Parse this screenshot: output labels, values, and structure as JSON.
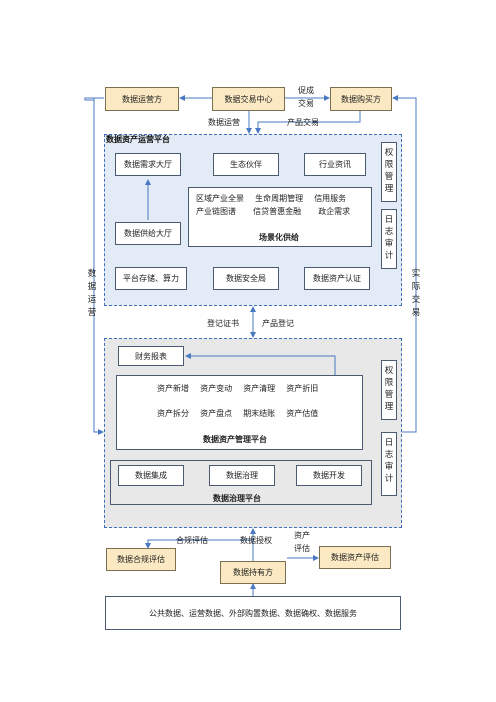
{
  "top": {
    "operator": "数据运营方",
    "center": "数据交易中心",
    "buyer": "数据购买方",
    "promote_1": "促成",
    "promote_2": "交易",
    "ops_label": "数据运营",
    "product_trade_label": "产品交易"
  },
  "ops_platform": {
    "title": "数据资产运营平台",
    "demand_hall": "数据需求大厅",
    "ecosystem": "生态伙伴",
    "industry_info": "行业资讯",
    "supply_hall": "数据供给大厅",
    "scenario_row1": [
      "区域产业全景",
      "生命周期管理",
      "信用服务"
    ],
    "scenario_row2": [
      "产业链图谱",
      "信贷普惠金融",
      "政企需求"
    ],
    "scenario_title": "场景化供给",
    "storage": "平台存储、算力",
    "security": "数据安全局",
    "certification": "数据资产认证",
    "permission_mgmt": "权限管理",
    "log_audit": "日志审计"
  },
  "middle": {
    "register_cert": "登记证书",
    "product_register": "产品登记"
  },
  "side": {
    "left_vertical": "数据运营",
    "right_vertical": "实际交易"
  },
  "asset_platform": {
    "financial_report": "财务报表",
    "row1": [
      "资产新增",
      "资产变动",
      "资产清理",
      "资产折旧"
    ],
    "row2": [
      "资产拆分",
      "资产盘点",
      "期末结账",
      "资产估值"
    ],
    "title": "数据资产管理平台",
    "permission_mgmt": "权限管理",
    "log_audit": "日志审计"
  },
  "governance": {
    "integration": "数据集成",
    "governance": "数据治理",
    "development": "数据开发",
    "title": "数据治理平台"
  },
  "bottom": {
    "compliance_eval_label": "合规评估",
    "data_auth_label": "数据授权",
    "asset_eval_label_1": "资产",
    "asset_eval_label_2": "评估",
    "compliance_box": "数据合规评估",
    "holder_box": "数据持有方",
    "asset_eval_box": "数据资产评估",
    "sources": "公共数据、运营数据、外部购置数据、数据确权、数据服务"
  },
  "colors": {
    "blue_zone": "#e3ecf6",
    "gray_zone": "#e8e8e8",
    "yellow_box": "#fbe9c3",
    "arrow": "#4a78c2",
    "dashed_border": "#3f6fb6"
  }
}
